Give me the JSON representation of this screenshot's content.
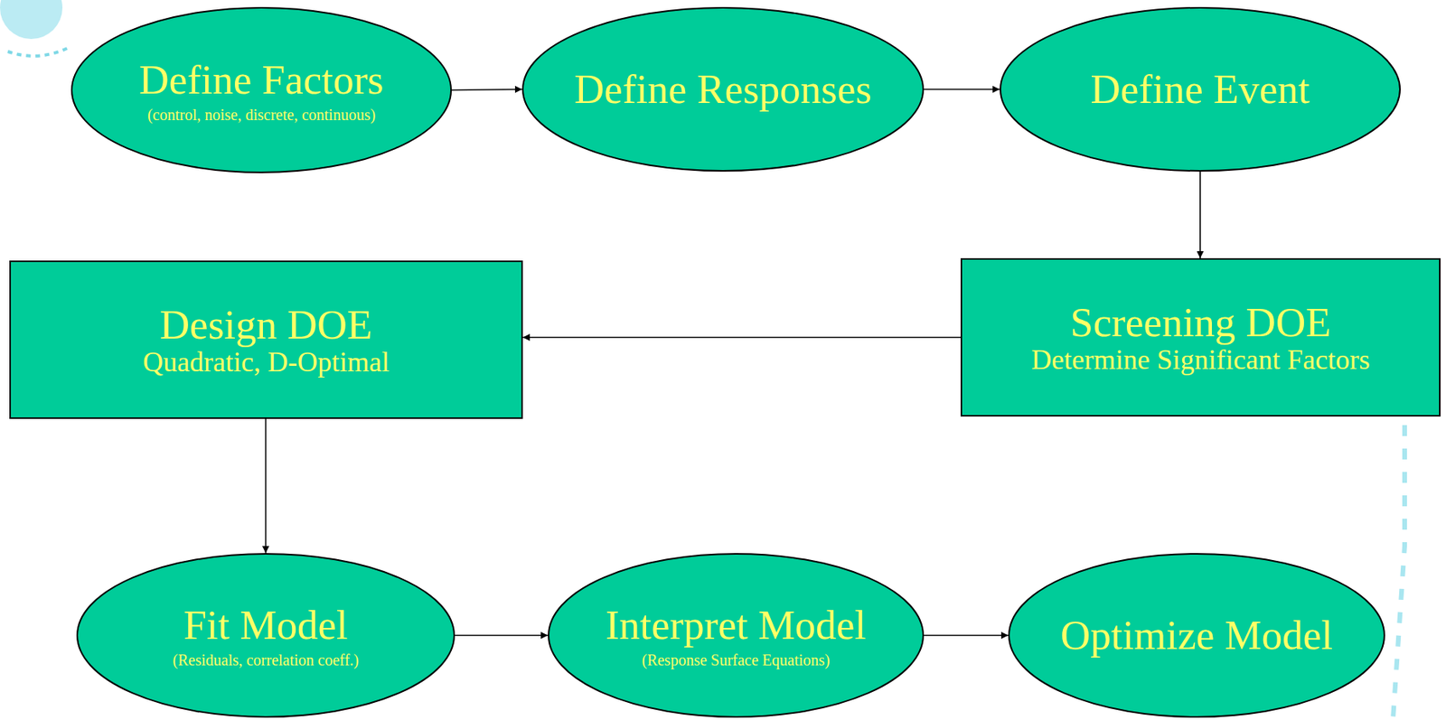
{
  "diagram": {
    "nodes": [
      {
        "text": [
          "Define Factors",
          "(control, noise, discrete, continuous)"
        ]
      },
      {
        "text": [
          "Define Responses"
        ]
      },
      {
        "text": [
          "Define Event"
        ]
      },
      {
        "text": [
          "Design DOE",
          "Quadratic, D-Optimal"
        ]
      },
      {
        "text": [
          "Screening DOE",
          "Determine Significant Factors"
        ]
      },
      {
        "text": [
          "Fit Model",
          "(Residuals, correlation coeff.)"
        ]
      },
      {
        "text": [
          "Interpret Model",
          "(Response Surface Equations)"
        ]
      },
      {
        "text": [
          "Optimize Model"
        ]
      }
    ],
    "edges": [
      {
        "from": 0,
        "to": 1,
        "arrow": "to"
      },
      {
        "from": 1,
        "to": 2,
        "arrow": "to"
      },
      {
        "from": 2,
        "to": 4,
        "arrow": "to"
      },
      {
        "from": 4,
        "to": 3,
        "arrow": "to"
      },
      {
        "from": 3,
        "to": 5,
        "arrow": "to"
      },
      {
        "from": 5,
        "to": 6,
        "arrow": "to"
      },
      {
        "from": 6,
        "to": 7,
        "arrow": "to"
      }
    ]
  }
}
